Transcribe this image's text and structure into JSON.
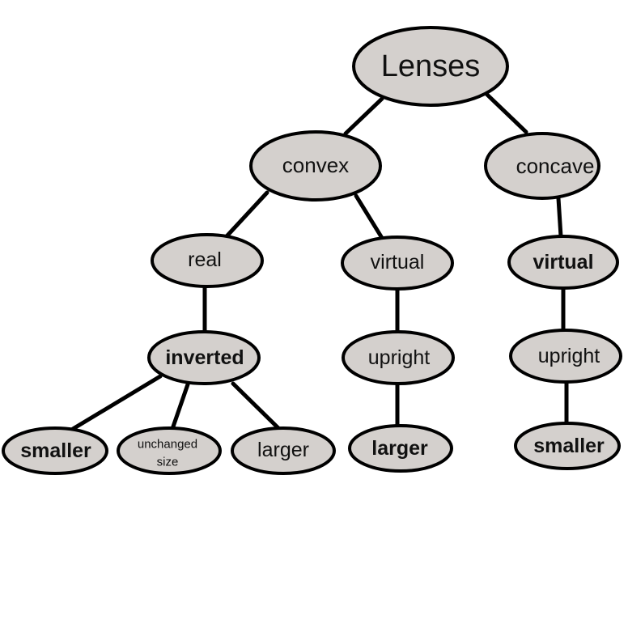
{
  "colors": {
    "node_fill": "#d4d0cd",
    "stroke": "#000000"
  },
  "nodes": {
    "root": "Lenses",
    "convex": "convex",
    "concave": "concave",
    "convex_real": "real",
    "convex_virtual": "virtual",
    "concave_virtual": "virtual",
    "real_inverted": "inverted",
    "convex_virtual_upright": "upright",
    "concave_virtual_upright": "upright",
    "inverted_smaller": "smaller",
    "inverted_unchanged_line1": "unchanged",
    "inverted_unchanged_line2": "size",
    "inverted_larger": "larger",
    "upright_larger": "larger",
    "upright_smaller": "smaller"
  }
}
